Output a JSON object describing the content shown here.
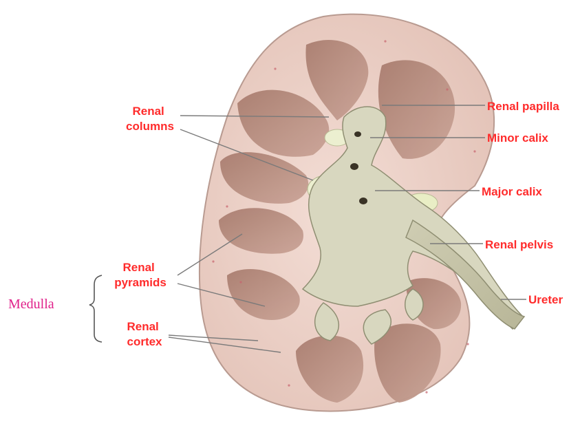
{
  "labels": {
    "renal_columns": [
      "Renal",
      "columns"
    ],
    "renal_papilla": "Renal papilla",
    "minor_calix": "Minor calix",
    "major_calix": "Major calix",
    "renal_pelvis": "Renal pelvis",
    "renal_pyramids": [
      "Renal",
      "pyramids"
    ],
    "ureter": "Ureter",
    "renal_cortex": [
      "Renal",
      "cortex"
    ],
    "medulla": "Medulla"
  },
  "colors": {
    "label_red": "#ff2b2b",
    "medulla_pink": "#e0208a",
    "cortex": "#e9cfc6",
    "pyramid": "#b98e80",
    "calyx": "#d8d7bf",
    "fat": "#e9eec5"
  }
}
